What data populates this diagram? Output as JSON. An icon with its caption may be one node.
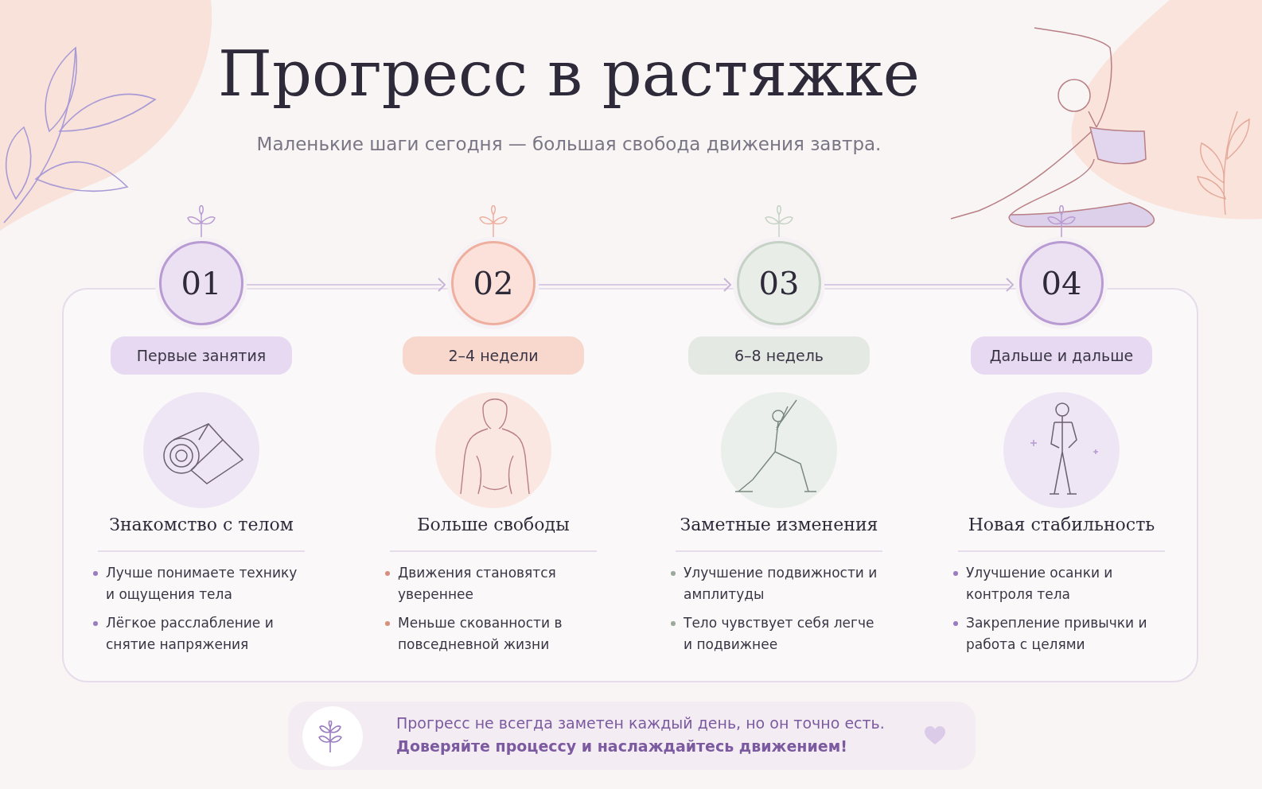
{
  "diagram": {
    "title": "Прогресс в растяжке",
    "nodes": [
      {
        "text": [
          "01"
        ]
      },
      {
        "text": [
          "Первые занятия"
        ]
      },
      {
        "text": [
          "02"
        ]
      },
      {
        "text": [
          "2–4 недели"
        ]
      },
      {
        "text": [
          "03"
        ]
      },
      {
        "text": [
          "6–8 недель"
        ]
      },
      {
        "text": [
          "04"
        ]
      },
      {
        "text": [
          "Дальше и дальше"
        ]
      },
      {
        "text": [
          "Прогресс не всегда заметен каждый день, но он точно есть.",
          "Доверяйте процессу и наслаждайтесь движением!"
        ]
      }
    ],
    "edges": [
      {
        "from": 0,
        "to": 2,
        "arrow": "to"
      },
      {
        "from": 2,
        "to": 4,
        "arrow": "to"
      },
      {
        "from": 4,
        "to": 6,
        "arrow": "to"
      }
    ],
    "labels": [
      "Маленькие шаги сегодня — большая свобода движения завтра.",
      "Знакомство с телом",
      "Лучше понимаете технику и ощущения тела",
      "Лёгкое расслабление и снятие напряжения",
      "Больше свободы",
      "Движения становятся увереннее",
      "Меньше скованности в повседневной жизни",
      "Заметные изменения",
      "Улучшение подвижности и амплитуды",
      "Тело чувствует себя легче и подвижнее",
      "Новая стабильность",
      "Улучшение осанки и контроля тела",
      "Закрепление привычки и работа с целями"
    ]
  }
}
